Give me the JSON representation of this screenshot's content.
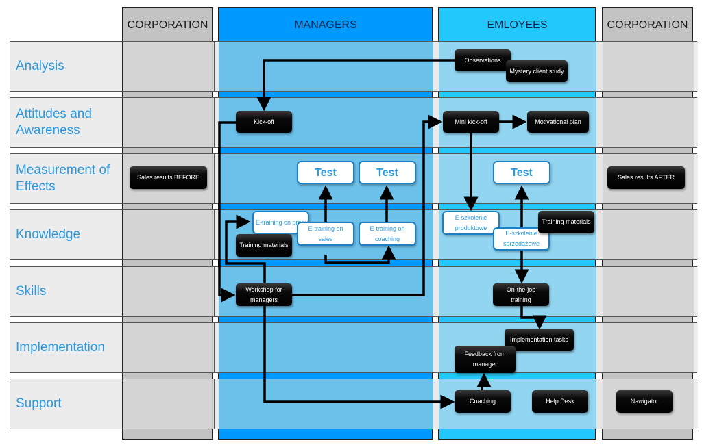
{
  "columns": [
    {
      "id": "corp1",
      "label": "CORPORATION"
    },
    {
      "id": "managers",
      "label": "MANAGERS"
    },
    {
      "id": "employees",
      "label": "EMLOYEES"
    },
    {
      "id": "corp2",
      "label": "CORPORATION"
    }
  ],
  "rows": [
    {
      "label": "Analysis"
    },
    {
      "label": "Attitudes and Awareness"
    },
    {
      "label": "Measurement of Effects"
    },
    {
      "label": "Knowledge"
    },
    {
      "label": "Skills"
    },
    {
      "label": "Implementation"
    },
    {
      "label": "Support"
    }
  ],
  "nodes": {
    "observations": "Observations",
    "mystery_client_study": "Mystery client study",
    "kick_off": "Kick-off",
    "mini_kick_off": "Mini kick-off",
    "motivational_plan": "Motivational plan",
    "sales_results_before": "Sales results BEFORE",
    "sales_results_after": "Sales results AFTER",
    "test_1": "Test",
    "test_2": "Test",
    "test_3": "Test",
    "e_training_products": "E-training on products",
    "e_training_sales": "E-training on sales",
    "e_training_coaching": "E-training on coaching",
    "training_materials_mgr": "Training materials",
    "e_szkolenie_produktowe": "E-szkolenie produktowe",
    "e_szkolenie_sprzedazowe": "E-szkolenie sprzedażowe",
    "training_materials_emp": "Training materials",
    "workshop_for_managers": "Workshop for managers",
    "on_the_job_training": "On-the-job training",
    "implementation_tasks": "Implementation tasks",
    "feedback_from_manager": "Feedback from manager",
    "coaching": "Coaching",
    "help_desk": "Help Desk",
    "nawigator": "Nawigator"
  },
  "colors": {
    "managers_header": "#0099ff",
    "employees_header": "#22c7fb",
    "corporation_header": "#c3c3c3",
    "row_label_text": "#2a9ae0",
    "dark_node": "#000000",
    "light_node_border": "#1f7fc0"
  }
}
